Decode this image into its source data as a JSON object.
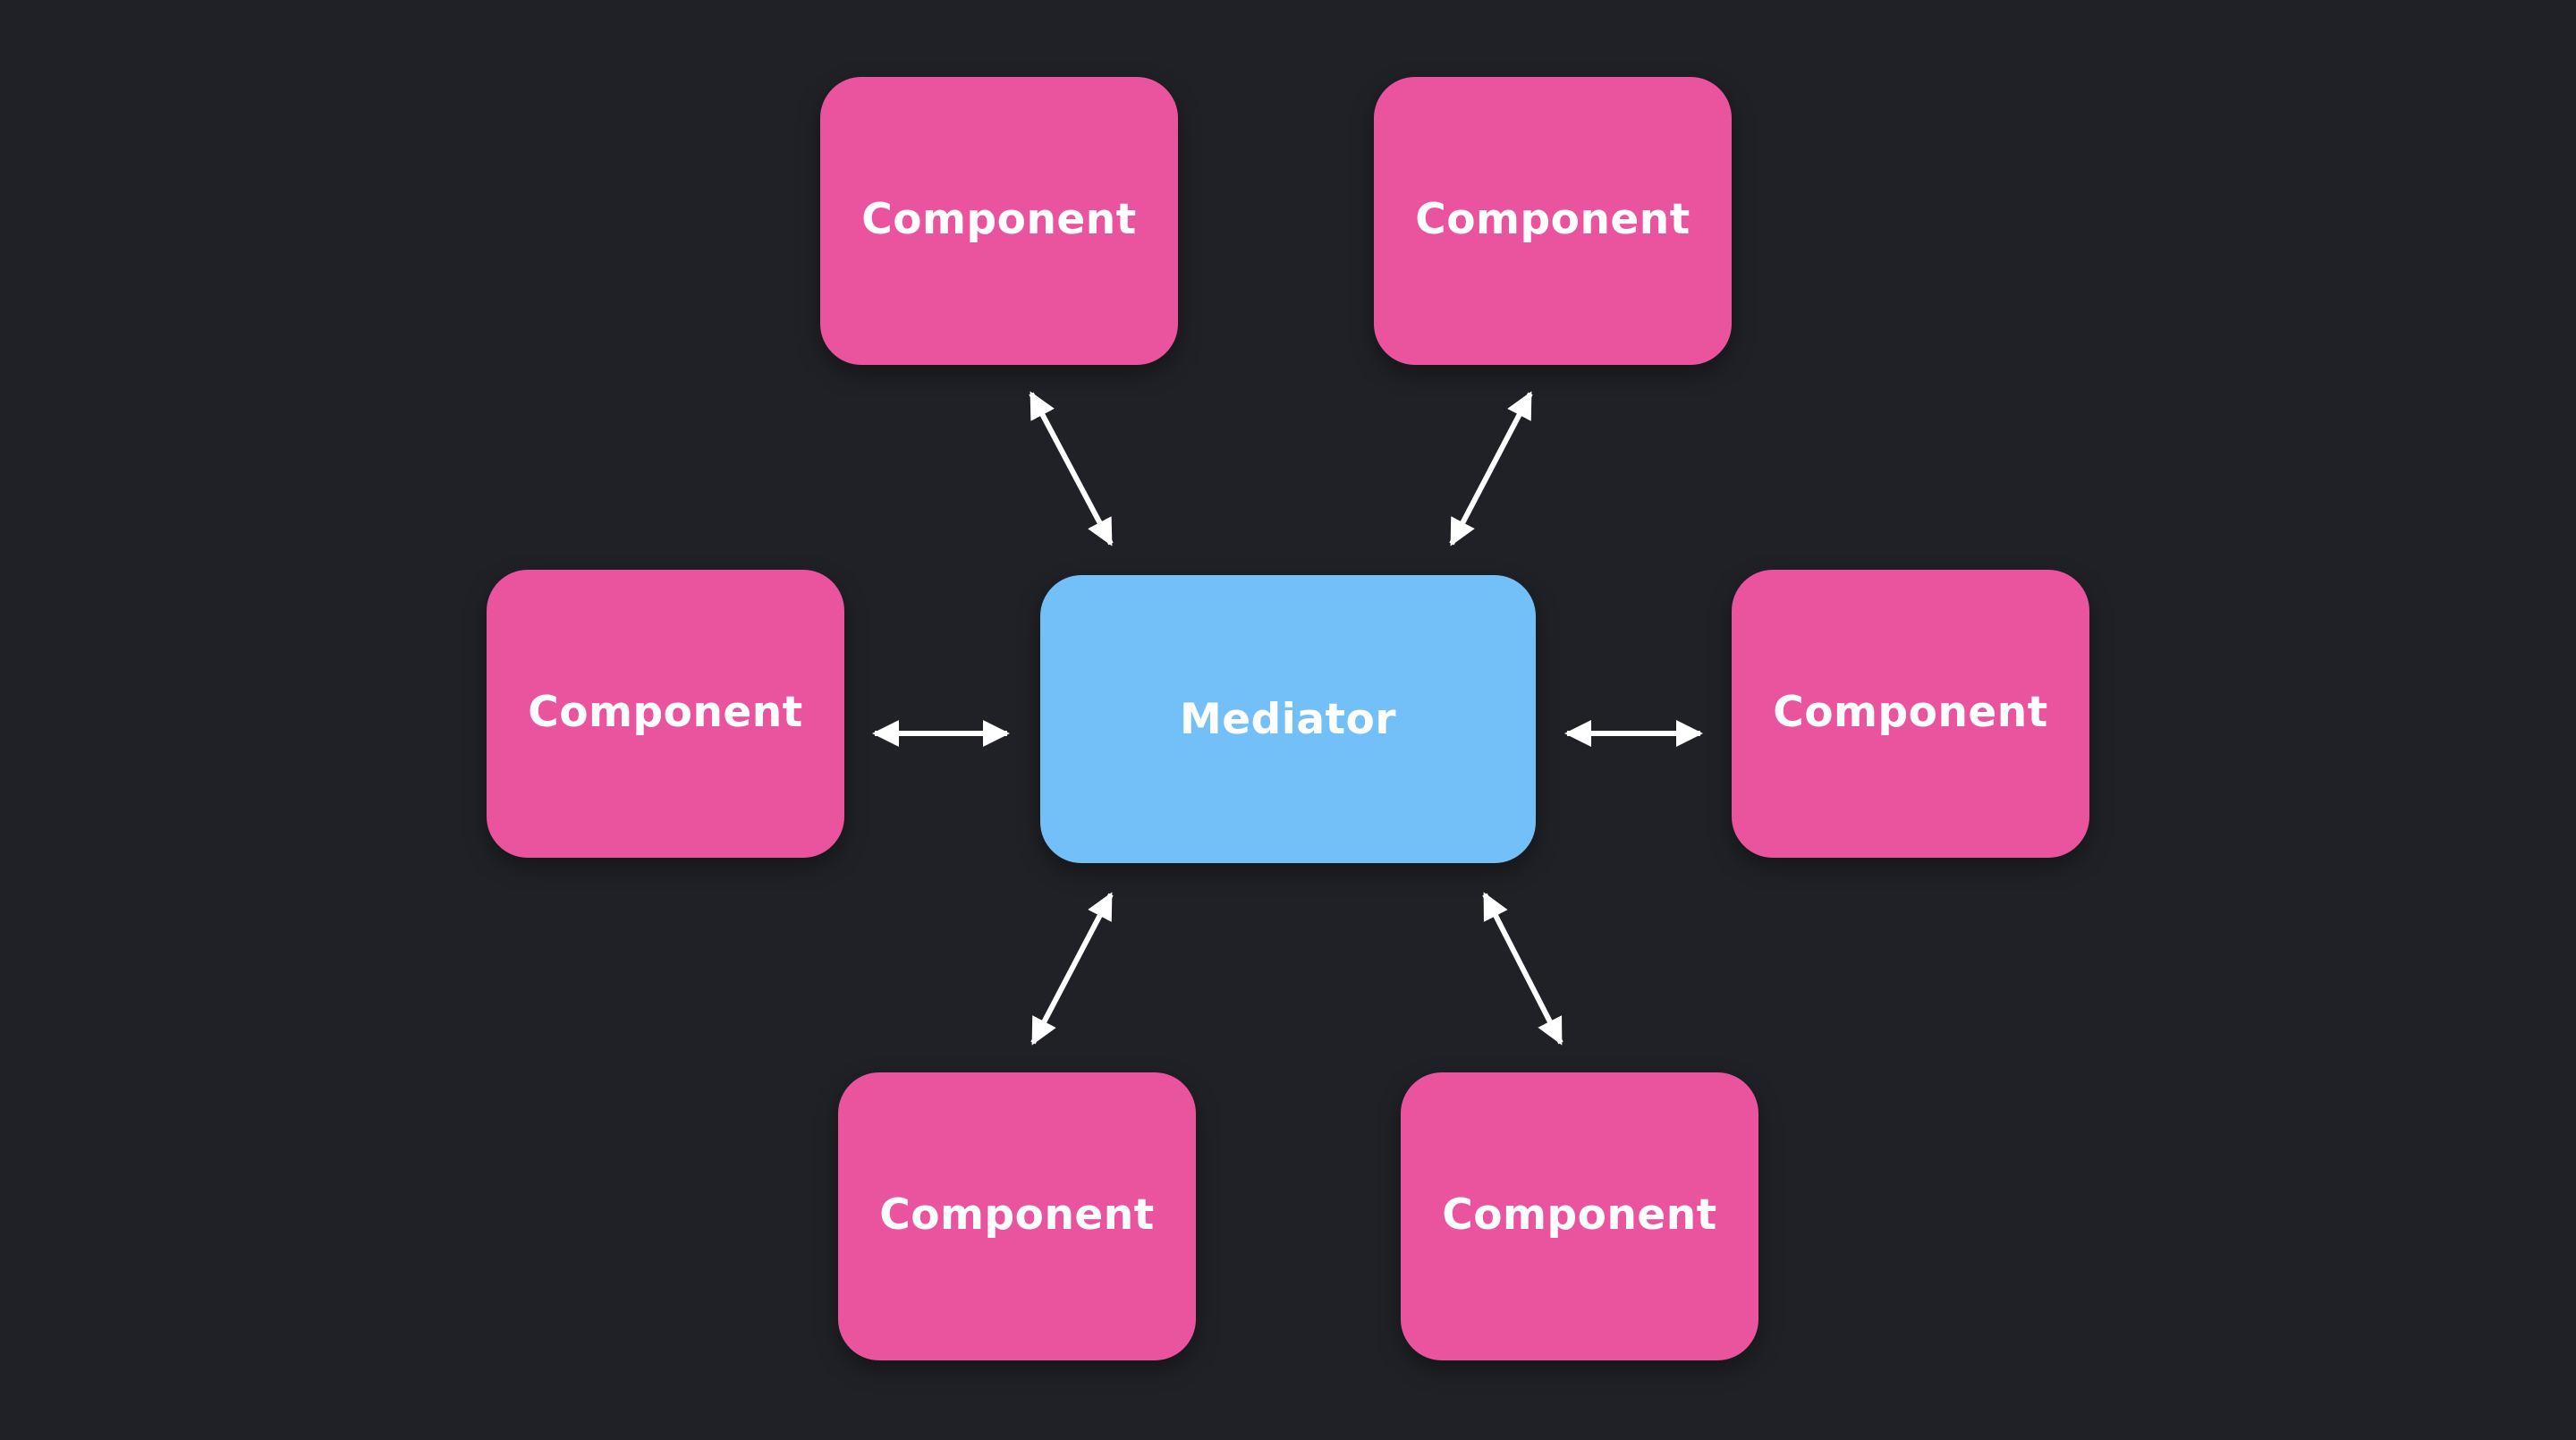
{
  "diagram": {
    "background_color": "#202126",
    "component_color": "#ea549f",
    "mediator_color": "#73bff7",
    "arrow_color": "#ffffff",
    "mediator": {
      "label": "Mediator"
    },
    "components": [
      {
        "id": "top-left",
        "label": "Component"
      },
      {
        "id": "top-right",
        "label": "Component"
      },
      {
        "id": "left",
        "label": "Component"
      },
      {
        "id": "right",
        "label": "Component"
      },
      {
        "id": "bottom-left",
        "label": "Component"
      },
      {
        "id": "bottom-right",
        "label": "Component"
      }
    ],
    "connections": [
      {
        "from": "mediator",
        "to": "top-left",
        "direction": "both"
      },
      {
        "from": "mediator",
        "to": "top-right",
        "direction": "both"
      },
      {
        "from": "mediator",
        "to": "left",
        "direction": "both"
      },
      {
        "from": "mediator",
        "to": "right",
        "direction": "both"
      },
      {
        "from": "mediator",
        "to": "bottom-left",
        "direction": "both"
      },
      {
        "from": "mediator",
        "to": "bottom-right",
        "direction": "both"
      }
    ]
  }
}
